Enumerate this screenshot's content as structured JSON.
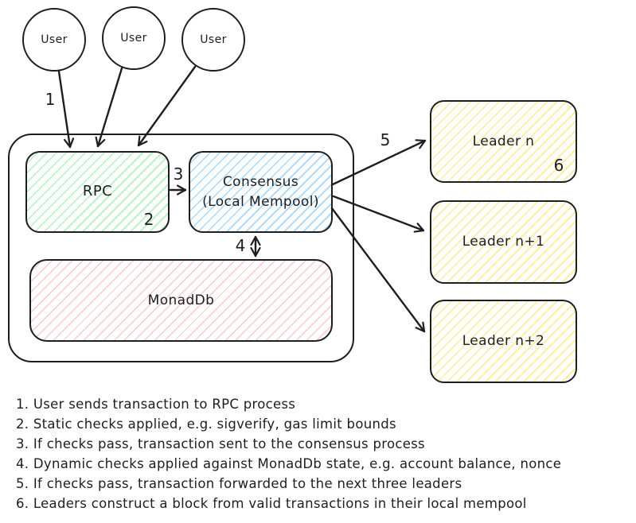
{
  "colors": {
    "stroke": "#1e1e1e",
    "green": "#b2f2bb",
    "blue": "#a5d8ff",
    "red": "#ffc9c9",
    "yellow": "#ffec99"
  },
  "nodes": {
    "users": [
      "User",
      "User",
      "User"
    ],
    "rpc": "RPC",
    "consensus_line1": "Consensus",
    "consensus_line2": "(Local Mempool)",
    "monaddb": "MonadDb",
    "leaders": [
      "Leader n",
      "Leader n+1",
      "Leader n+2"
    ]
  },
  "markers": {
    "1": "1",
    "2": "2",
    "3": "3",
    "4": "4",
    "5": "5",
    "6": "6"
  },
  "notes": [
    "1. User sends transaction to RPC process",
    "2. Static checks applied, e.g. sigverify, gas limit bounds",
    "3. If checks pass, transaction sent to the consensus process",
    "4. Dynamic checks applied against MonadDb state, e.g. account balance, nonce",
    "5. If checks pass, transaction forwarded to the next three leaders",
    "6. Leaders construct a block from valid transactions in their local mempool"
  ]
}
